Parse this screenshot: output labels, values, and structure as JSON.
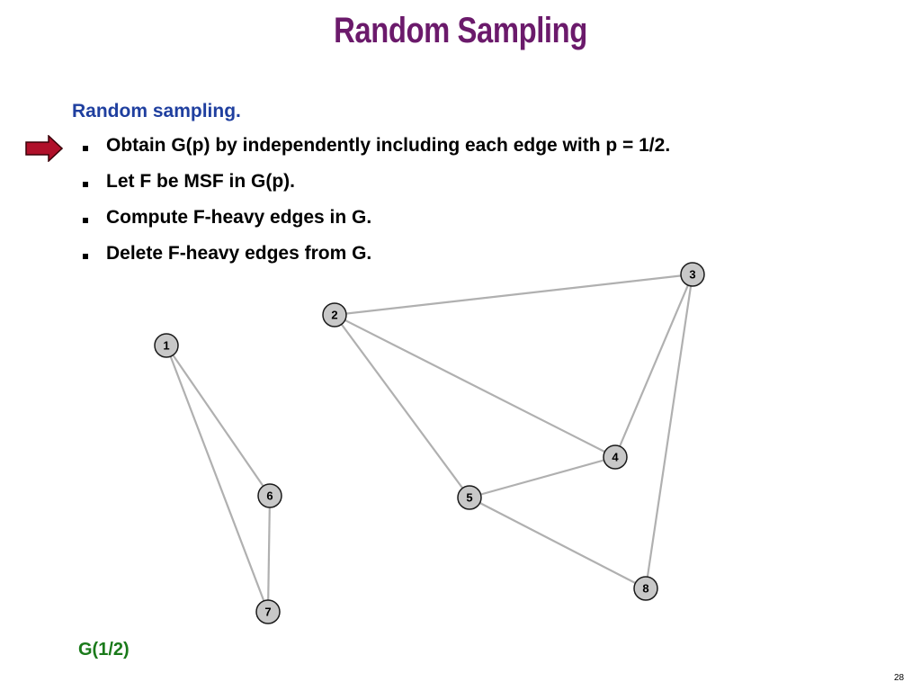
{
  "slide": {
    "title": "Random Sampling",
    "subtitle": "Random sampling.",
    "bullets": [
      "Obtain G(p) by independently including each edge with p = 1/2.",
      "Let F be MSF in G(p).",
      "Compute F-heavy edges in G.",
      "Delete F-heavy edges from G."
    ],
    "caption": "G(1/2)",
    "page_number": "28"
  },
  "graph": {
    "nodes": [
      {
        "id": "1",
        "label": "1"
      },
      {
        "id": "2",
        "label": "2"
      },
      {
        "id": "3",
        "label": "3"
      },
      {
        "id": "4",
        "label": "4"
      },
      {
        "id": "5",
        "label": "5"
      },
      {
        "id": "6",
        "label": "6"
      },
      {
        "id": "7",
        "label": "7"
      },
      {
        "id": "8",
        "label": "8"
      }
    ],
    "edges": [
      [
        "1",
        "6"
      ],
      [
        "1",
        "7"
      ],
      [
        "6",
        "7"
      ],
      [
        "2",
        "3"
      ],
      [
        "2",
        "4"
      ],
      [
        "2",
        "5"
      ],
      [
        "3",
        "4"
      ],
      [
        "3",
        "8"
      ],
      [
        "4",
        "5"
      ],
      [
        "5",
        "8"
      ]
    ]
  },
  "colors": {
    "title": "#6b1a6b",
    "subtitle": "#1f3f9f",
    "caption": "#1a7a1a",
    "arrow_fill": "#b0102a",
    "edge": "#b0b0b0",
    "node_fill": "#c8c8c8"
  },
  "icons": {
    "pointer": "right-arrow-icon",
    "bullet": "square-bullet"
  }
}
